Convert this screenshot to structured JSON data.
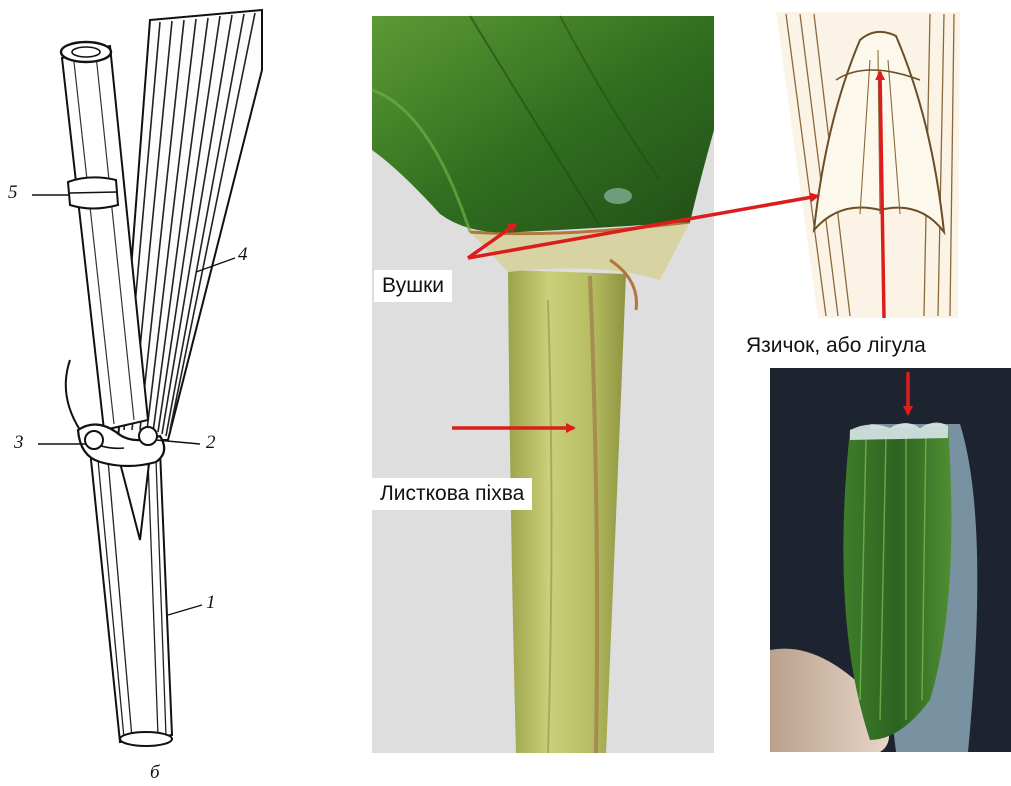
{
  "labels": {
    "part1": "1",
    "part2": "2",
    "part3": "3",
    "part4": "4",
    "part5": "5",
    "panel_letter": "б"
  },
  "captions": {
    "auricles": "Вушки",
    "ligule": "Язичок, або лігула",
    "sheath": "Листкова піхва"
  },
  "colors": {
    "arrow": "#dd1c1c",
    "leaf_dark": "#2f6d1f",
    "leaf_mid": "#4d8c2c",
    "sheath": "#bfc46a",
    "background_photo": "#e4e4e4",
    "dark_photo": "#1d2430"
  }
}
